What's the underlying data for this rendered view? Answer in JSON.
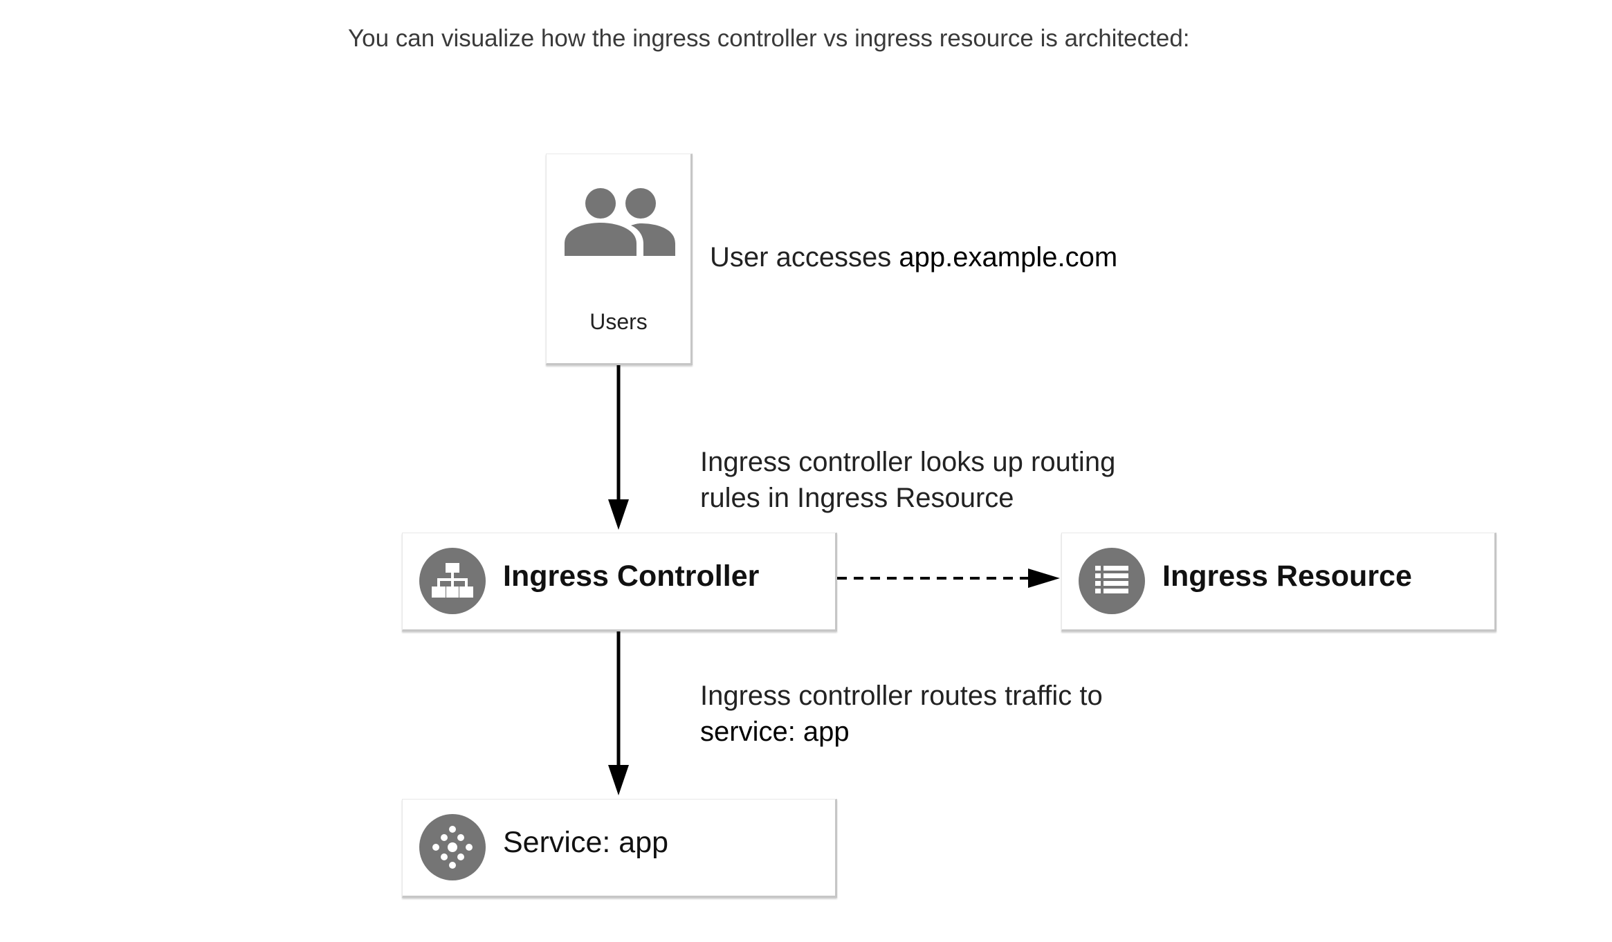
{
  "intro_text": "You can visualize how the ingress controller vs ingress resource is architected:",
  "nodes": {
    "users": {
      "label": "Users",
      "icon": "users-group-icon"
    },
    "ingress_controller": {
      "label": "Ingress Controller",
      "icon": "sitemap-icon"
    },
    "ingress_resource": {
      "label": "Ingress Resource",
      "icon": "list-icon"
    },
    "service": {
      "label": "Service: app",
      "icon": "service-dots-icon"
    }
  },
  "annotations": {
    "user_access": {
      "prefix": "User accesses ",
      "host": "app.example.com"
    },
    "lookup": {
      "line1": "Ingress controller looks up routing",
      "line2": "rules in Ingress Resource"
    },
    "routes": {
      "line1": "Ingress controller routes traffic to",
      "line2": "service: app"
    }
  },
  "edges": [
    {
      "from": "users",
      "to": "ingress_controller",
      "style": "solid"
    },
    {
      "from": "ingress_controller",
      "to": "ingress_resource",
      "style": "dashed"
    },
    {
      "from": "ingress_controller",
      "to": "service",
      "style": "solid"
    }
  ],
  "colors": {
    "icon_gray": "#757575",
    "arrow": "#000000",
    "box_border": "#c6c6c6"
  }
}
